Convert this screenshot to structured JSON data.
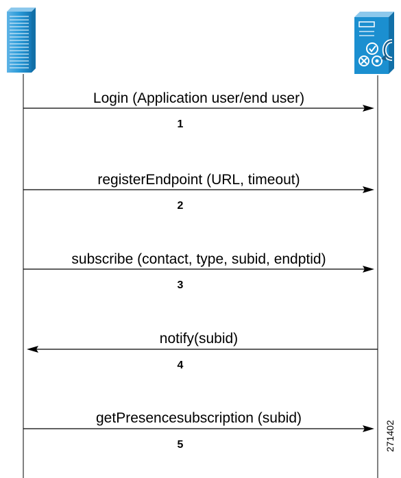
{
  "diagram": {
    "participants": [
      {
        "id": "client",
        "icon": "server-tower-icon"
      },
      {
        "id": "presence-server",
        "icon": "presence-server-icon"
      }
    ],
    "messages": [
      {
        "label": "Login (Application user/end user)",
        "step": "1",
        "direction": "left-to-right"
      },
      {
        "label": "registerEndpoint (URL, timeout)",
        "step": "2",
        "direction": "left-to-right"
      },
      {
        "label": "subscribe (contact, type, subid, endptid)",
        "step": "3",
        "direction": "left-to-right"
      },
      {
        "label": "notify(subid)",
        "step": "4",
        "direction": "right-to-left"
      },
      {
        "label": "getPresencesubscription (subid)",
        "step": "5",
        "direction": "left-to-right"
      }
    ],
    "figure_id": "271402",
    "colors": {
      "icon_blue": "#1b8fd0",
      "icon_light": "#8cc8ec",
      "line": "#000000"
    }
  }
}
